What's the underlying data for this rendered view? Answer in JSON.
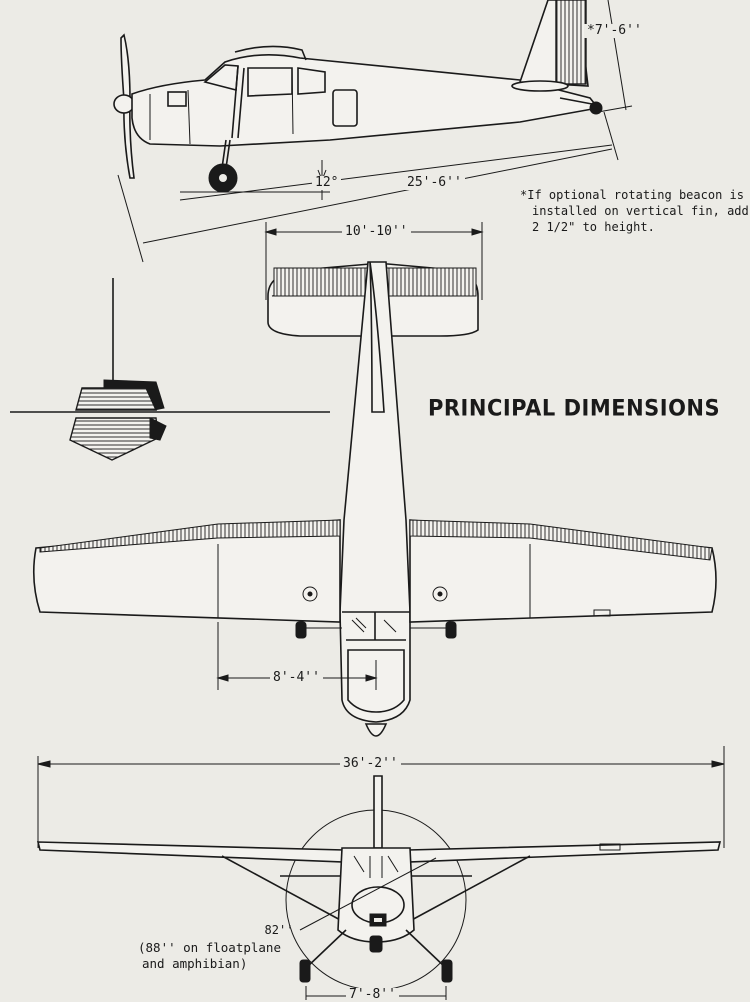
{
  "title": "PRINCIPAL DIMENSIONS",
  "note": {
    "asterisk": "*",
    "line1": "If optional rotating beacon is",
    "line2": "installed on vertical fin, add",
    "line3": "2 1/2\" to height."
  },
  "dimensions": {
    "height": "*7'-6''",
    "angle": "12°",
    "length": "25'-6''",
    "stabilizer_span": "10'-10''",
    "main_gear_offset": "8'-4''",
    "wing_span": "36'-2''",
    "prop_line1": "82''",
    "prop_line2": "(88'' on floatplane",
    "prop_line3": "and amphibian)",
    "tread": "7'-8''"
  }
}
